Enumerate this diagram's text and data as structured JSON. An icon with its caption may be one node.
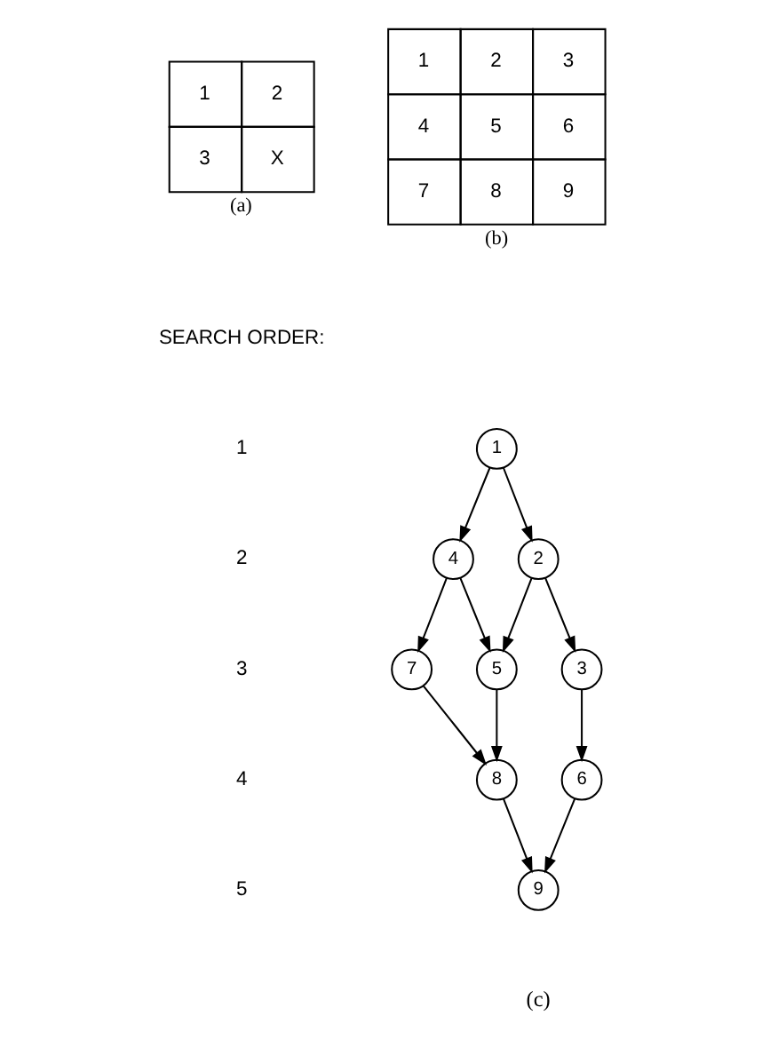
{
  "diagram": {
    "nodes": [
      {
        "text": [
          "1"
        ]
      },
      {
        "text": [
          "4"
        ]
      },
      {
        "text": [
          "2"
        ]
      },
      {
        "text": [
          "7"
        ]
      },
      {
        "text": [
          "5"
        ]
      },
      {
        "text": [
          "3"
        ]
      },
      {
        "text": [
          "8"
        ]
      },
      {
        "text": [
          "6"
        ]
      },
      {
        "text": [
          "9"
        ]
      }
    ],
    "edges": [
      {
        "from": 0,
        "to": 1,
        "arrow": "to"
      },
      {
        "from": 0,
        "to": 2,
        "arrow": "to"
      },
      {
        "from": 1,
        "to": 3,
        "arrow": "to"
      },
      {
        "from": 1,
        "to": 4,
        "arrow": "to"
      },
      {
        "from": 2,
        "to": 4,
        "arrow": "to"
      },
      {
        "from": 2,
        "to": 5,
        "arrow": "to"
      },
      {
        "from": 3,
        "to": 6,
        "arrow": "to"
      },
      {
        "from": 4,
        "to": 6,
        "arrow": "to"
      },
      {
        "from": 5,
        "to": 7,
        "arrow": "to"
      },
      {
        "from": 6,
        "to": 8,
        "arrow": "to"
      },
      {
        "from": 7,
        "to": 8,
        "arrow": "to"
      }
    ],
    "labels": [
      "1",
      "2",
      "3",
      "X",
      "(a)",
      "1",
      "2",
      "3",
      "4",
      "5",
      "6",
      "7",
      "8",
      "9",
      "(b)",
      "SEARCH ORDER:",
      "1",
      "2",
      "3",
      "4",
      "5",
      "(c)"
    ]
  }
}
